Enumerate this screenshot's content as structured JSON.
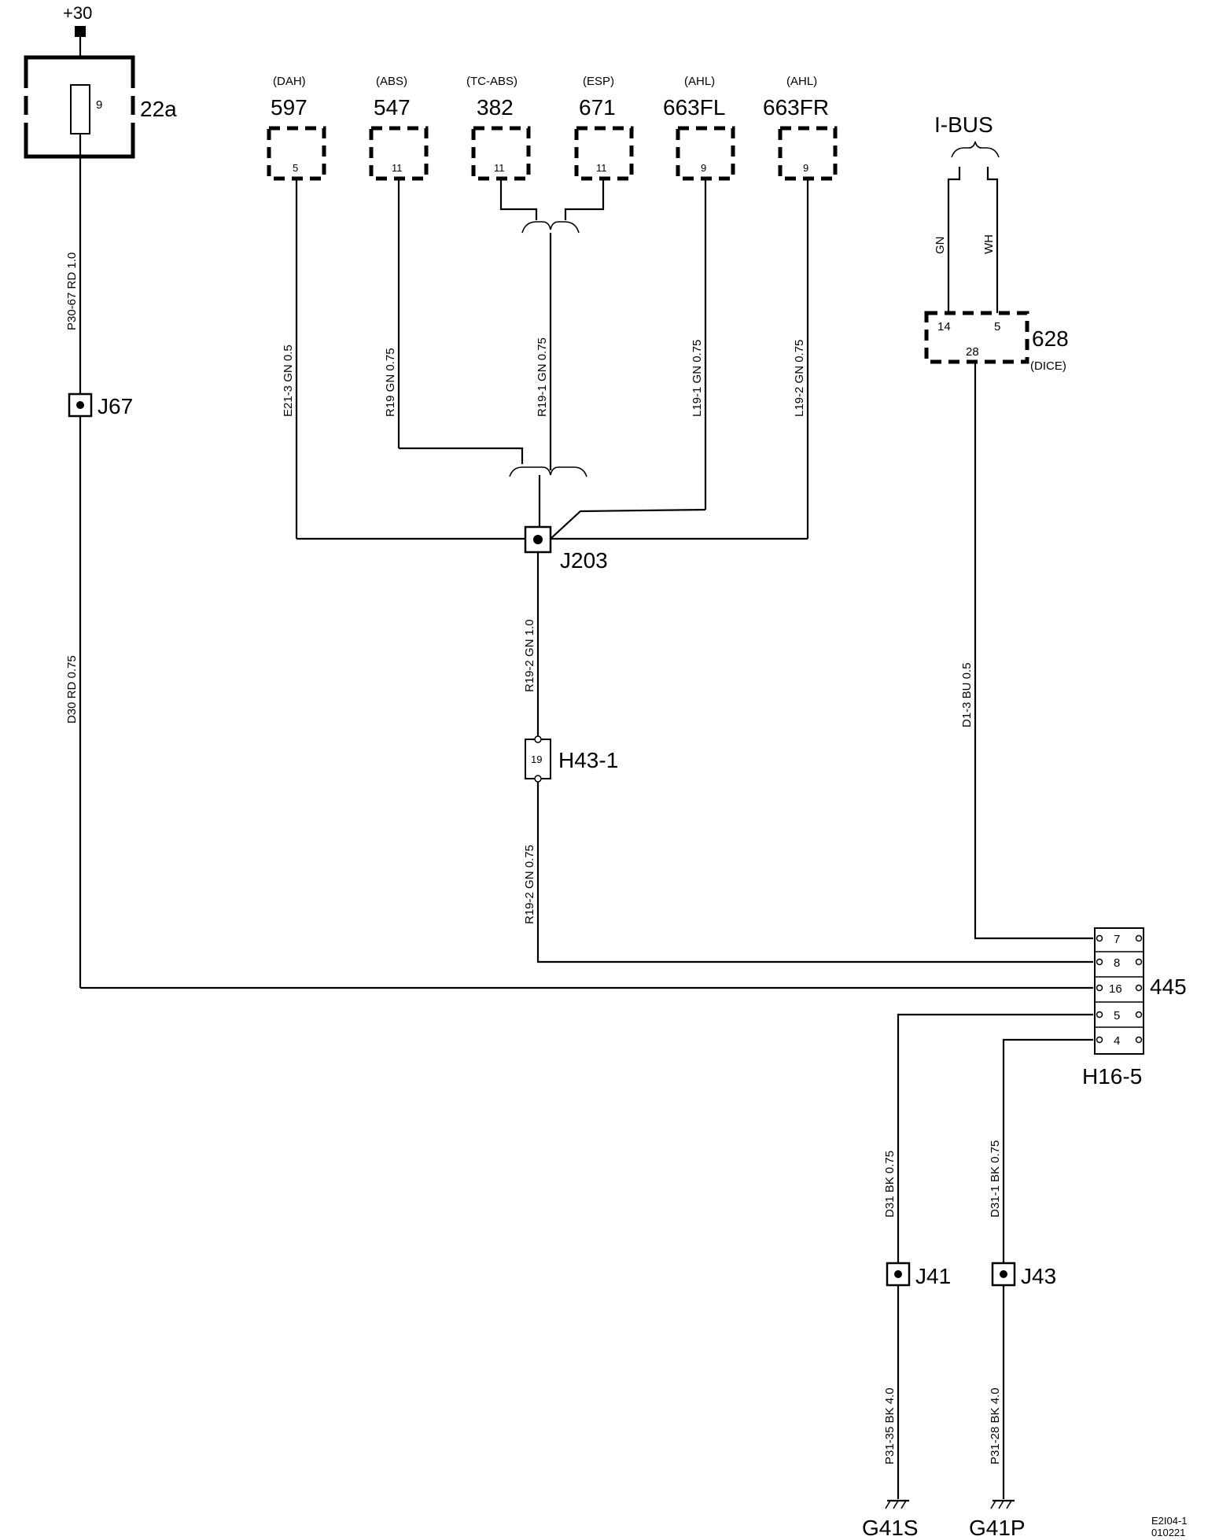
{
  "supply": "+30",
  "fuse": {
    "id": "22a",
    "num": "9"
  },
  "junctions": {
    "j67": "J67",
    "j203": "J203",
    "j41": "J41",
    "j43": "J43"
  },
  "modules": [
    {
      "sys": "(DAH)",
      "id": "597",
      "pin": "5"
    },
    {
      "sys": "(ABS)",
      "id": "547",
      "pin": "11"
    },
    {
      "sys": "(TC-ABS)",
      "id": "382",
      "pin": "11"
    },
    {
      "sys": "(ESP)",
      "id": "671",
      "pin": "11"
    },
    {
      "sys": "(AHL)",
      "id": "663FL",
      "pin": "9"
    },
    {
      "sys": "(AHL)",
      "id": "663FR",
      "pin": "9"
    }
  ],
  "ibus": {
    "title": "I-BUS",
    "gn": "GN",
    "wh": "WH"
  },
  "dice": {
    "id": "628",
    "name": "(DICE)",
    "pin14": "14",
    "pin5": "5",
    "pin28": "28"
  },
  "wires": {
    "p30_67": "P30-67  RD  1.0",
    "d30": "D30  RD  0.75",
    "e21_3": "E21-3  GN  0.5",
    "r19": "R19  GN  0.75",
    "r19_1": "R19-1  GN  0.75",
    "l19_1": "L19-1  GN  0.75",
    "l19_2": "L19-2  GN  0.75",
    "r19_2a": "R19-2  GN  1.0",
    "r19_2b": "R19-2  GN  0.75",
    "d1_3": "D1-3  BU  0.5",
    "d31": "D31  BK  0.75",
    "d31_1": "D31-1  BK  0.75",
    "p31_35": "P31-35  BK  4.0",
    "p31_28": "P31-28  BK  4.0"
  },
  "h43": {
    "id": "H43-1",
    "pin": "19"
  },
  "connector": {
    "id": "445",
    "name": "H16-5",
    "pins": [
      "7",
      "8",
      "16",
      "5",
      "4"
    ]
  },
  "grounds": {
    "g41s": "G41S",
    "g41p": "G41P"
  },
  "ref": {
    "code": "E2I04-1",
    "date": "010221"
  }
}
